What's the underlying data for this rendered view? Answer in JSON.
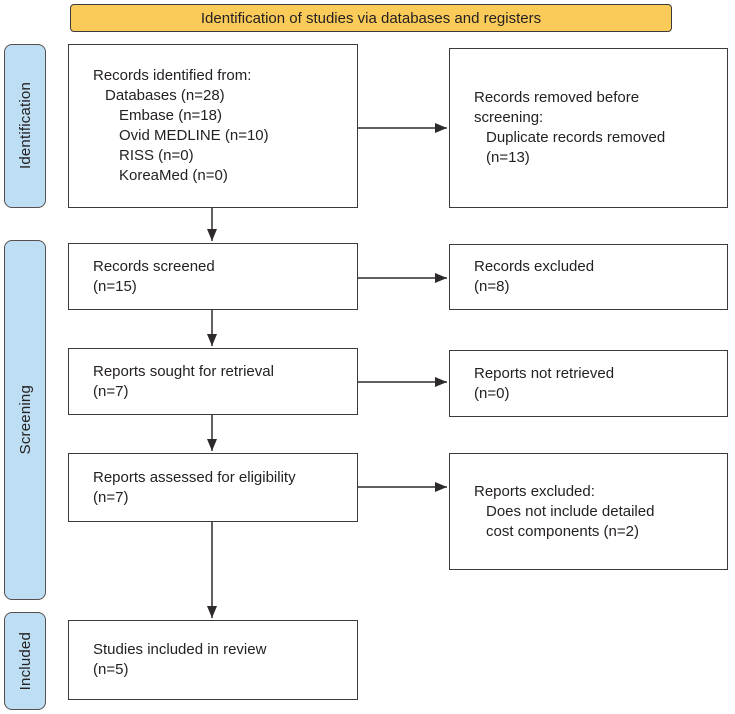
{
  "banner": {
    "title": "Identification of studies via databases and registers"
  },
  "stages": [
    {
      "label": "Identification"
    },
    {
      "label": "Screening"
    },
    {
      "label": "Included"
    }
  ],
  "boxes": {
    "records_identified": {
      "lines": [
        {
          "text": "Records identified from:",
          "indent": 0
        },
        {
          "text": "Databases (n=28)",
          "indent": 1
        },
        {
          "text": "Embase (n=18)",
          "indent": 2
        },
        {
          "text": "Ovid MEDLINE (n=10)",
          "indent": 2
        },
        {
          "text": "RISS (n=0)",
          "indent": 2
        },
        {
          "text": "KoreaMed (n=0)",
          "indent": 2
        }
      ]
    },
    "records_removed": {
      "lines": [
        {
          "text": "Records removed before",
          "indent": 0
        },
        {
          "text": "screening:",
          "indent": 0
        },
        {
          "text": "Duplicate records removed",
          "indent": 1
        },
        {
          "text": "(n=13)",
          "indent": 1
        }
      ]
    },
    "records_screened": {
      "lines": [
        {
          "text": "Records screened",
          "indent": 0
        },
        {
          "text": "(n=15)",
          "indent": 0
        }
      ]
    },
    "records_excluded": {
      "lines": [
        {
          "text": "Records excluded",
          "indent": 0
        },
        {
          "text": "(n=8)",
          "indent": 0
        }
      ]
    },
    "reports_sought": {
      "lines": [
        {
          "text": "Reports sought for retrieval",
          "indent": 0
        },
        {
          "text": "(n=7)",
          "indent": 0
        }
      ]
    },
    "reports_not_retrieved": {
      "lines": [
        {
          "text": "Reports not retrieved",
          "indent": 0
        },
        {
          "text": "(n=0)",
          "indent": 0
        }
      ]
    },
    "reports_assessed": {
      "lines": [
        {
          "text": "Reports assessed for eligibility",
          "indent": 0
        },
        {
          "text": "(n=7)",
          "indent": 0
        }
      ]
    },
    "reports_excluded": {
      "lines": [
        {
          "text": "Reports excluded:",
          "indent": 0
        },
        {
          "text": "Does not include detailed",
          "indent": 1
        },
        {
          "text": "cost components (n=2)",
          "indent": 1
        }
      ]
    },
    "studies_included": {
      "lines": [
        {
          "text": "Studies included in review",
          "indent": 0
        },
        {
          "text": "(n=5)",
          "indent": 0
        }
      ]
    }
  },
  "counts": {
    "databases_total": 28,
    "embase": 18,
    "ovid_medline": 10,
    "riss": 0,
    "koreamed": 0,
    "duplicates_removed": 13,
    "records_screened": 15,
    "records_excluded": 8,
    "reports_sought": 7,
    "reports_not_retrieved": 0,
    "reports_assessed": 7,
    "reports_excluded_cost_components": 2,
    "studies_included": 5
  },
  "colors": {
    "banner_fill": "#fbcb5a",
    "stage_fill": "#bddef3",
    "box_border": "#3d3a39",
    "arrow": "#2e2a2b",
    "text": "#252122",
    "background": "#ffffff"
  }
}
